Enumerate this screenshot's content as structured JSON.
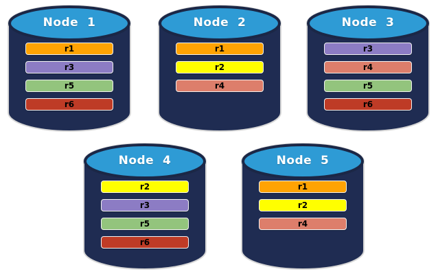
{
  "palette": {
    "background": "#FFFFFF",
    "cylinder_body": "#1F2C52",
    "cylinder_outline": "#D6D6D6",
    "cylinder_top": "#2E9BD5",
    "cylinder_top_stroke": "#1B2746",
    "title_text": "#FFFFFF",
    "bar_text": "#000000",
    "bar_border": "#F2F2F2"
  },
  "diagram": {
    "nodes": [
      {
        "label": "Node  1",
        "replicas": [
          {
            "label": "r1",
            "color": "#FFA303"
          },
          {
            "label": "r3",
            "color": "#8C7CC4"
          },
          {
            "label": "r5",
            "color": "#93C47D"
          },
          {
            "label": "r6",
            "color": "#BE3B26"
          }
        ]
      },
      {
        "label": "Node  2",
        "replicas": [
          {
            "label": "r1",
            "color": "#FFA303"
          },
          {
            "label": "r2",
            "color": "#FFFF00"
          },
          {
            "label": "r4",
            "color": "#DD7E6B"
          }
        ]
      },
      {
        "label": "Node  3",
        "replicas": [
          {
            "label": "r3",
            "color": "#8C7CC4"
          },
          {
            "label": "r4",
            "color": "#DD7E6B"
          },
          {
            "label": "r5",
            "color": "#93C47D"
          },
          {
            "label": "r6",
            "color": "#BE3B26"
          }
        ]
      },
      {
        "label": "Node  4",
        "replicas": [
          {
            "label": "r2",
            "color": "#FFFF00"
          },
          {
            "label": "r3",
            "color": "#8C7CC4"
          },
          {
            "label": "r5",
            "color": "#93C47D"
          },
          {
            "label": "r6",
            "color": "#BE3B26"
          }
        ]
      },
      {
        "label": "Node  5",
        "replicas": [
          {
            "label": "r1",
            "color": "#FFA303"
          },
          {
            "label": "r2",
            "color": "#FFFF00"
          },
          {
            "label": "r4",
            "color": "#DD7E6B"
          }
        ]
      }
    ]
  }
}
